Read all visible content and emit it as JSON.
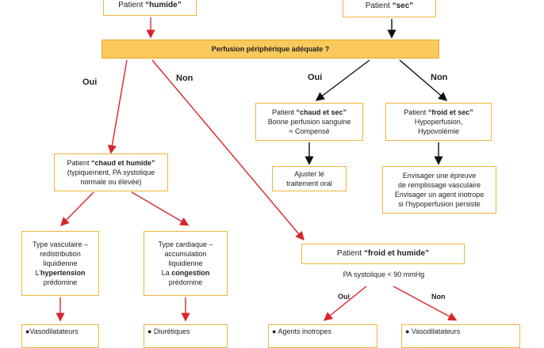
{
  "top": {
    "humide": {
      "pre": "Patient ",
      "bold": "“humide”"
    },
    "sec": {
      "pre": "Patient ",
      "bold": "“sec”"
    }
  },
  "question": "Perfusion périphérique adéquate ?",
  "labels": {
    "oui_left": "Oui",
    "non_left": "Non",
    "oui_right": "Oui",
    "non_right": "Non",
    "oui_bottom": "Oui",
    "non_bottom": "Non"
  },
  "chaud_humide": {
    "pre": "Patient ",
    "bold": "“chaud et humide”",
    "line2": "(typiquement, PA systolique",
    "line3": "normale ou élevée)"
  },
  "chaud_sec": {
    "pre": "Patient ",
    "bold": "“chaud et sec”",
    "line2": "Bonne perfusion sanguine",
    "line3": "≈ Compensé"
  },
  "froid_sec": {
    "pre": "Patient ",
    "bold": "“froid et sec”",
    "line2": "Hypoperfusion,",
    "line3": "Hypovolémie"
  },
  "ajuster": {
    "line1": "Ajuster le",
    "line2": "traitement oral"
  },
  "envisager": {
    "line1": "Envisager une épreuve",
    "line2": "de remplissage vasculaire",
    "line3": "Envisager un agent inotrope",
    "line4": "si l’hypoperfusion persiste"
  },
  "vasculaire": {
    "line1": "Type vasculaire –",
    "line2": "redistribution",
    "line3": "liquidienne",
    "line4_pre": "L’",
    "line4_bold": "hypertension",
    "line5": "prédomine"
  },
  "cardiaque": {
    "line1": "Type cardiaque –",
    "line2": "accumulation",
    "line3": "liquidienne",
    "line4_pre": "La ",
    "line4_bold": "congestion",
    "line5": "prédomine"
  },
  "froid_humide": {
    "pre": "Patient ",
    "bold": "“froid et humide”"
  },
  "pa_text": "PA systolique < 90 mmHg",
  "bottom": {
    "vasodilatateurs_1": "●Vasodilatateurs",
    "diuretiques": "● Diurétiques",
    "inotropes": "● Agents inotropes",
    "vasodilatateurs_2": "● Vasodilatateurs"
  },
  "colors": {
    "arrow_red": "#d9262c",
    "border": "#f0b43a",
    "banner": "#f9c95c"
  }
}
